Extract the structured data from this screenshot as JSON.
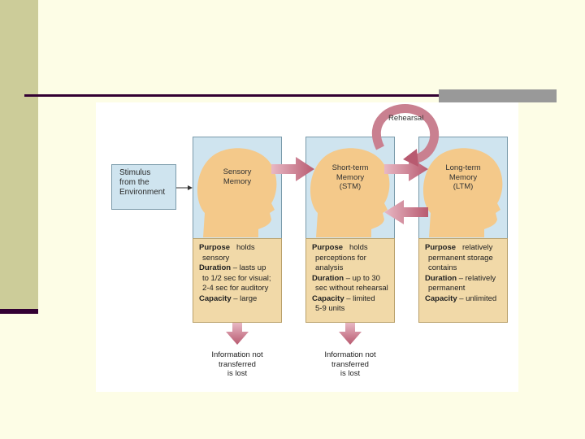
{
  "stimulus": {
    "lines": [
      "Stimulus",
      "from the",
      "Environment"
    ]
  },
  "rehearsal_label": "Rehearsal",
  "stores": [
    {
      "name_lines": [
        "Sensory",
        "Memory"
      ],
      "purpose_label": "Purpose",
      "purpose_lines": [
        "holds",
        "sensory"
      ],
      "duration_label": "Duration",
      "duration_lines": [
        "– lasts up",
        "to 1/2 sec for visual;",
        "2-4 sec for auditory"
      ],
      "capacity_label": "Capacity",
      "capacity_lines": [
        "– large"
      ]
    },
    {
      "name_lines": [
        "Short-term",
        "Memory",
        "(STM)"
      ],
      "purpose_label": "Purpose",
      "purpose_lines": [
        "holds",
        "perceptions for",
        "analysis"
      ],
      "duration_label": "Duration",
      "duration_lines": [
        "– up to 30",
        "sec without rehearsal"
      ],
      "capacity_label": "Capacity",
      "capacity_lines": [
        "– limited",
        "5-9 units"
      ]
    },
    {
      "name_lines": [
        "Long-term",
        "Memory",
        "(LTM)"
      ],
      "purpose_label": "Purpose",
      "purpose_lines": [
        "relatively",
        "permanent storage",
        "contains"
      ],
      "duration_label": "Duration",
      "duration_lines": [
        "– relatively",
        "permanent"
      ],
      "capacity_label": "Capacity",
      "capacity_lines": [
        "– unlimited"
      ]
    }
  ],
  "lost_notes": [
    [
      "Information not",
      "transferred",
      "is lost"
    ],
    [
      "Information not",
      "transferred",
      "is lost"
    ]
  ],
  "colors": {
    "background": "#fdfde6",
    "sidebar": "#cccc99",
    "rule": "#330033",
    "store_top": "#cfe4ef",
    "store_bottom": "#f1d9a8",
    "head": "#f4c98a",
    "arrow": "#c98090"
  }
}
